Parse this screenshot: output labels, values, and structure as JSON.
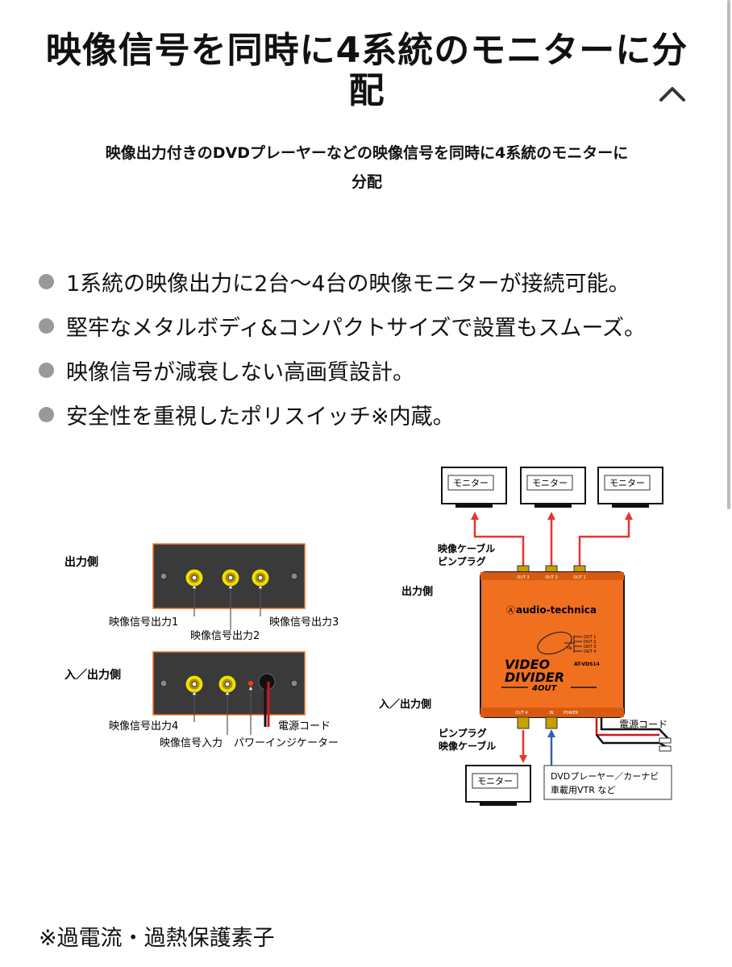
{
  "header": {
    "title_line1": "映像信号を同時に4系統のモニターに分",
    "title_line2": "配",
    "subtitle_line1": "映像出力付きのDVDプレーヤーなどの映像信号を同時に4系統のモニターに",
    "subtitle_line2": "分配"
  },
  "features": [
    "1系統の映像出力に2台〜4台の映像モニターが接続可能。",
    "堅牢なメタルボディ&コンパクトサイズで設置もスムーズ。",
    "映像信号が減衰しない高画質設計。",
    "安全性を重視したポリスイッチ※内蔵。"
  ],
  "diagram": {
    "left": {
      "output_side": "出力側",
      "output1": "映像信号出力1",
      "output2": "映像信号出力2",
      "output3": "映像信号出力3",
      "io_side": "入／出力側",
      "output4": "映像信号出力4",
      "input": "映像信号入力",
      "power_cord": "電源コード",
      "power_indicator": "パワーインジケーター"
    },
    "right": {
      "monitor": "モニター",
      "cable_top_1": "映像ケーブル",
      "cable_top_2": "ピンプラグ",
      "output_side": "出力側",
      "io_side": "入／出力側",
      "cable_bottom_1": "ピンプラグ",
      "cable_bottom_2": "映像ケーブル",
      "power_cord": "電源コード",
      "source_line1": "DVDプレーヤー／カーナビ",
      "source_line2": "車載用VTR など",
      "brand": "audio-technica",
      "brand_mark": "Ⓐ",
      "model": "AT-VDS14",
      "product_line1": "VIDEO",
      "product_line2": "DIVIDER",
      "product_line3": "4OUT",
      "in_label": "IN",
      "out_labels": [
        "OUT 1",
        "OUT 2",
        "OUT 3",
        "OUT 4"
      ],
      "top_port_labels": [
        "OUT 3",
        "OUT 2",
        "OUT 1"
      ],
      "bottom_port_labels": [
        "OUT 4",
        "IN",
        "POWER"
      ]
    }
  },
  "footnote": "※過電流・過熱保護素子",
  "colors": {
    "device_orange": "#f07020",
    "panel_dark": "#3a3a3a",
    "jack_yellow": "#f0e000",
    "arrow_red": "#e8352e",
    "arrow_blue": "#3060b0",
    "bullet_gray": "#999999"
  }
}
